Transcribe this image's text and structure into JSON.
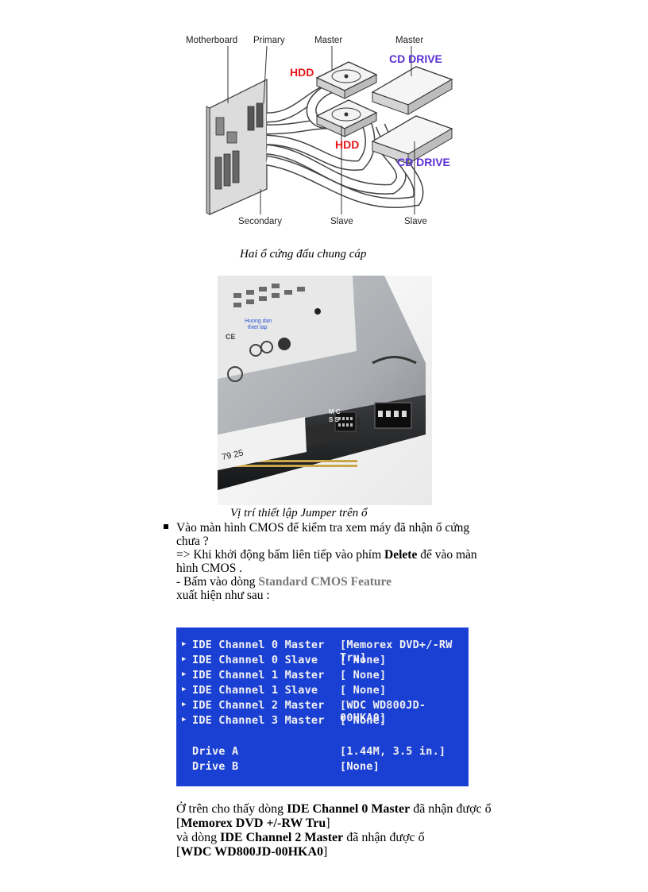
{
  "diagram": {
    "labels": {
      "motherboard": "Motherboard",
      "primary": "Primary",
      "master_hdd": "Master",
      "master_cd": "Master",
      "hdd_top": "HDD",
      "hdd_bottom": "HDD",
      "cd_top": "CD DRIVE",
      "cd_bottom": "CD DRIVE",
      "secondary": "Secondary",
      "slave_hdd": "Slave",
      "slave_cd": "Slave"
    },
    "caption": "Hai ổ cứng đấu chung cáp"
  },
  "photo": {
    "sticker_line1": "Huong dan",
    "sticker_line2": "thiet lap",
    "jumper_top": "M  C",
    "jumper_mid": "S  S",
    "serial": "79 25",
    "caption": "Vị trí thiết lập Jumper trên ổ"
  },
  "instructions": {
    "bullet_line1": "Vào màn hình CMOS để kiểm tra xem máy đã nhận ổ cứng",
    "bullet_line2": "chưa ?",
    "arrow_line_prefix": "=> Khi khởi động bấm liên tiếp vào phím ",
    "delete_key": "Delete",
    "arrow_line_suffix": " để vào màn",
    "arrow_line2": "hình CMOS .",
    "click_prefix": "- Bấm vào dòng  ",
    "menu_item": "Standard CMOS Feature",
    "appears_line": "xuất hiện như sau :"
  },
  "bios": {
    "rows": [
      {
        "label": "IDE Channel 0 Master",
        "value": "[Memorex DVD+/-RW Tru]"
      },
      {
        "label": "IDE Channel 0 Slave",
        "value": "[ None]"
      },
      {
        "label": "IDE Channel 1 Master",
        "value": "[ None]"
      },
      {
        "label": "IDE Channel 1 Slave",
        "value": "[ None]"
      },
      {
        "label": "IDE Channel 2 Master",
        "value": "[WDC WD800JD-00HKA0]"
      },
      {
        "label": "IDE Channel 3 Master",
        "value": "[ None]"
      }
    ],
    "drives": [
      {
        "label": "Drive A",
        "value": "[1.44M, 3.5 in.]"
      },
      {
        "label": "Drive B",
        "value": "[None]"
      }
    ],
    "background": "#1a3fd3"
  },
  "conclusion": {
    "l1_prefix": "Ở trên cho thấy dòng ",
    "l1_bold": "IDE Channel 0 Master",
    "l1_suffix": " đã nhận được ổ",
    "l2_open": "[",
    "l2_bold": "Memorex DVD +/-RW Tru",
    "l2_close": "]",
    "l3_prefix": "và dòng  ",
    "l3_bold": "IDE Channel 2 Master",
    "l3_suffix": "  đã nhận được ổ",
    "l4_open": "[",
    "l4_bold": "WDC WD800JD-00HKA0",
    "l4_close": "]"
  }
}
